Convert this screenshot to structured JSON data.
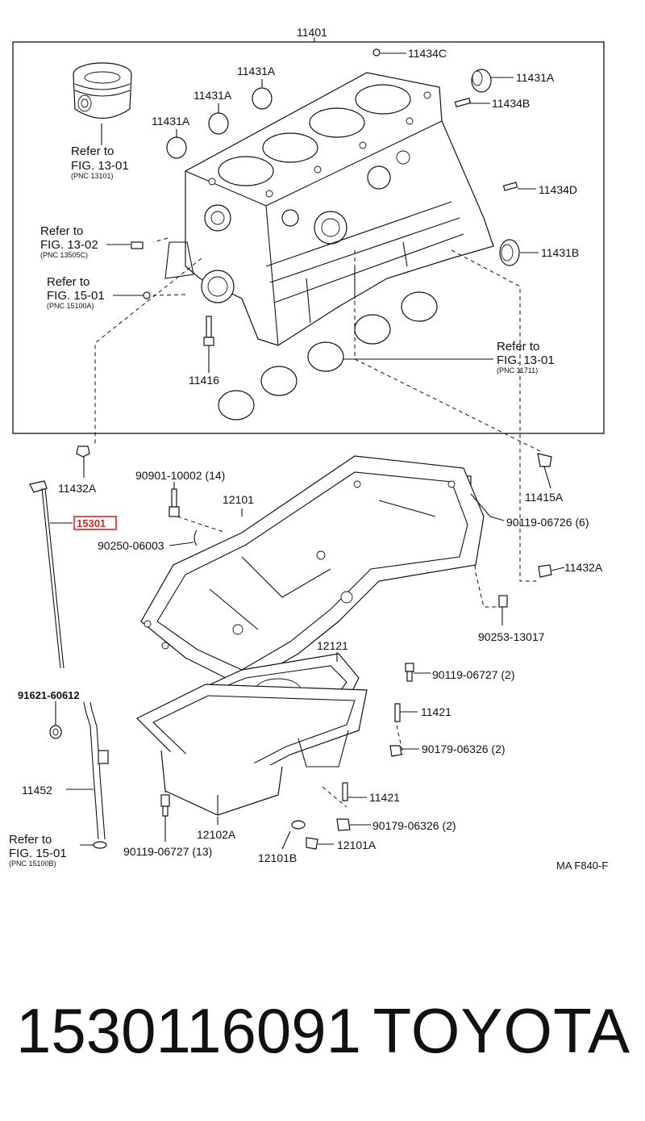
{
  "header": {
    "assembly_number": "11401"
  },
  "callouts": {
    "c11434C": "11434C",
    "c11431A_tr": "11431A",
    "c11434B": "11434B",
    "c11431A_1": "11431A",
    "c11431A_2": "11431A",
    "c11431A_3": "11431A",
    "c11434D": "11434D",
    "c11431B": "11431B",
    "c11416": "11416",
    "c11432A_l": "11432A",
    "c11415A": "11415A",
    "c90901": "90901-10002 (14)",
    "c12101": "12101",
    "c15301": "15301",
    "c90119_6726": "90119-06726 (6)",
    "c90250": "90250-06003",
    "c11432A_r": "11432A",
    "c90253": "90253-13017",
    "c12121": "12121",
    "c90119_6727a": "90119-06727 (2)",
    "c91621": "91621-60612",
    "c11421_a": "11421",
    "c90179_a": "90179-06326 (2)",
    "c11452": "11452",
    "c11421_b": "11421",
    "c90179_b": "90179-06326 (2)",
    "c12102A": "12102A",
    "c12101A": "12101A",
    "c90119_6727b": "90119-06727 (13)",
    "c12101B": "12101B"
  },
  "refs": {
    "piston": {
      "line1": "Refer to",
      "line2": "FIG. 13-01",
      "pnc": "(PNC 13101)"
    },
    "f13_02": {
      "line1": "Refer to",
      "line2": "FIG. 13-02",
      "pnc": "(PNC 13505C)"
    },
    "f15_01a": {
      "line1": "Refer to",
      "line2": "FIG. 15-01",
      "pnc": "(PNC 15100A)"
    },
    "bearing": {
      "line1": "Refer to",
      "line2": "FIG. 13-01",
      "pnc": "(PNC 11711)"
    },
    "f15_01b": {
      "line1": "Refer  to",
      "line2": "FIG. 15-01",
      "pnc": "(PNC  15100B)"
    }
  },
  "figure_code": "MA F840-F",
  "footer": {
    "part_number": "1530116091",
    "brand": "TOYOTA"
  },
  "colors": {
    "highlight": "#d9262b",
    "ink": "#111111"
  }
}
